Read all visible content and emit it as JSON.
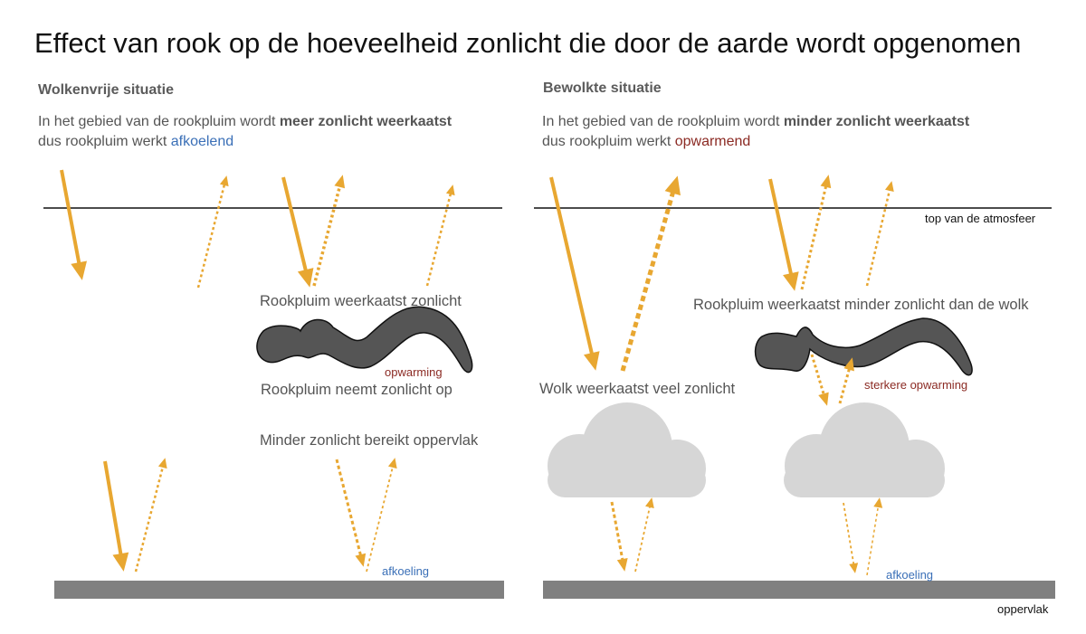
{
  "title": "Effect van rook op de hoeveelheid zonlicht die door de aarde wordt opgenomen",
  "colors": {
    "arrow": "#e8a731",
    "smoke": "#555555",
    "cloud": "#d6d6d6",
    "surface": "#808080",
    "cooling": "#3a6fb7",
    "warming": "#8b2a23"
  },
  "left": {
    "heading": "Wolkenvrije situatie",
    "line1_prefix": "In het gebied van de rookpluim wordt ",
    "line1_bold": "meer zonlicht weerkaatst",
    "line2_prefix": "dus rookpluim werkt ",
    "line2_effect": "afkoelend",
    "smoke_reflects": "Rookpluim weerkaatst zonlicht",
    "smoke_warming": "opwarming",
    "smoke_absorbs": "Rookpluim neemt zonlicht op",
    "less_surface": "Minder zonlicht bereikt oppervlak",
    "surface_cooling": "afkoeling"
  },
  "right": {
    "heading": "Bewolkte situatie",
    "line1_prefix": "In het gebied van de rookpluim wordt ",
    "line1_bold": "minder zonlicht weerkaatst",
    "line2_prefix": "dus rookpluim werkt ",
    "line2_effect": "opwarmend",
    "atmosphere_top": "top van de atmosfeer",
    "smoke_reflects_less": "Rookpluim weerkaatst minder zonlicht dan de wolk",
    "cloud_reflects": "Wolk weerkaatst veel zonlicht",
    "stronger_warming": "sterkere opwarming",
    "surface_cooling": "afkoeling",
    "surface_label": "oppervlak"
  }
}
